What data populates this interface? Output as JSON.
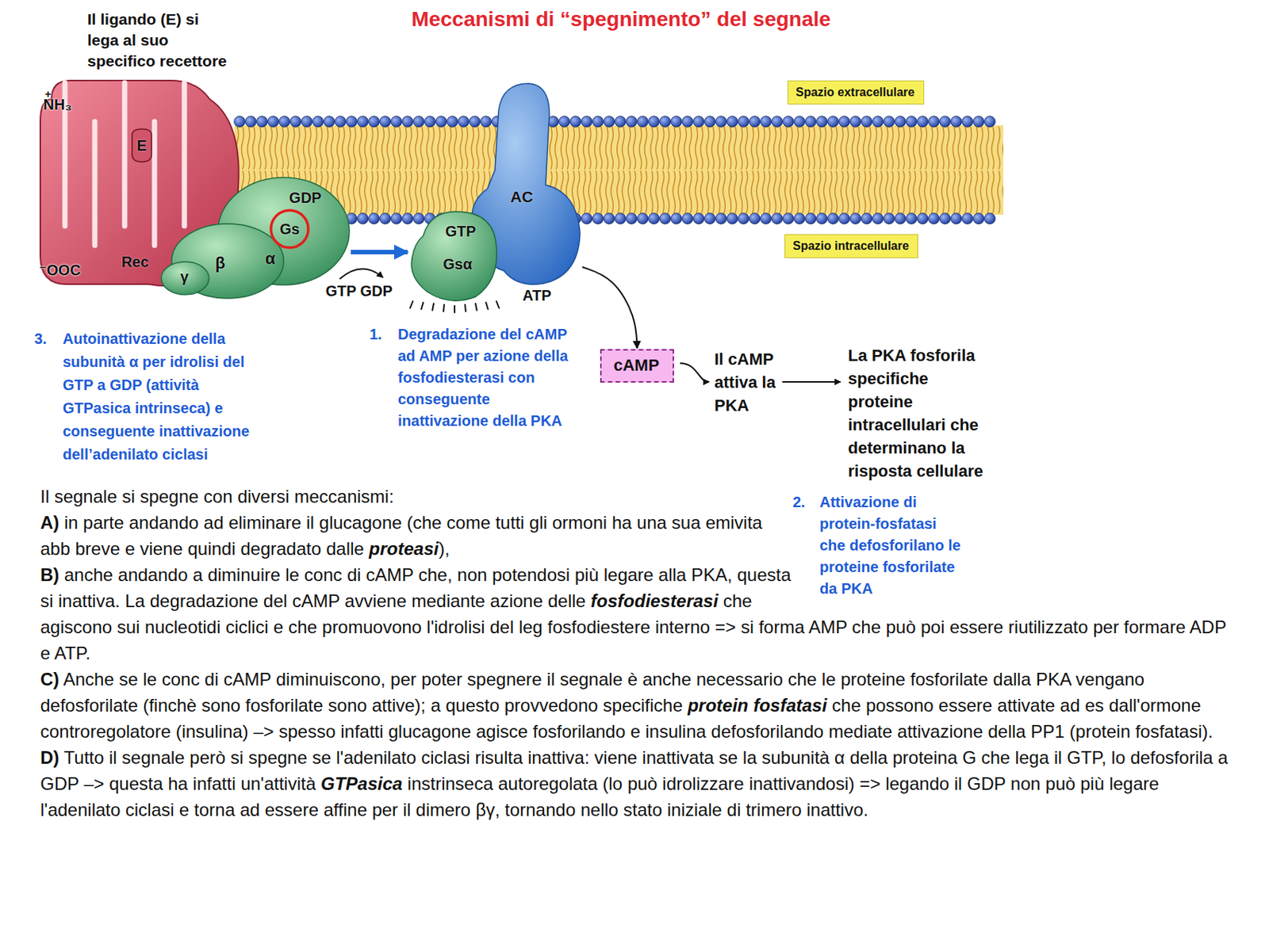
{
  "diagram": {
    "title": "Meccanismi di “spegnimento” del segnale",
    "nodes": [
      {
        "text": [
          "Rec"
        ]
      },
      {
        "text": [
          "E"
        ],
        "in": 0
      },
      {
        "text": [
          "GDP",
          "α",
          "β",
          "γ"
        ]
      },
      {
        "text": [
          "Gs"
        ],
        "in": 2
      },
      {
        "text": [
          "AC"
        ]
      },
      {
        "text": [
          "GTP",
          "Gsα"
        ]
      },
      {
        "text": [
          "Spazio extracellulare"
        ]
      },
      {
        "text": [
          "Spazio intracellulare"
        ]
      },
      {
        "text": [
          "cAMP"
        ]
      }
    ],
    "edges": [
      {
        "from": 2,
        "to": 5,
        "arrow": "to",
        "label": "GTP GDP"
      },
      {
        "from": 4,
        "to": 8,
        "arrow": "to"
      }
    ],
    "labels": [
      "Il ligando (E) si lega al suo specifico recettore",
      "+",
      "NH₃",
      "⁻OOC",
      "ATP",
      "1.",
      "Degradazione del cAMP ad AMP per azione della fosfodiesterasi con conseguente inattivazione della PKA",
      "Il cAMP attiva la PKA",
      "La PKA fosforila specifiche proteine intracellulari che determinano la risposta cellulare",
      "3.",
      "Autoinattivazione della subunità α per idrolisi del GTP a GDP (attività GTPasica intrinseca) e conseguente inattivazione dell’adenilato ciclasi",
      "2.",
      "Attivazione di protein-fosfatasi che defosforilano le proteine fosforilate da PKA",
      "Il segnale si spegne con diversi meccanismi:",
      "A)",
      "in parte andando ad eliminare il glucagone (che come tutti gli ormoni ha una sua emivita abb breve e viene quindi degradato dalle",
      "proteasi",
      "),",
      "B)",
      "anche andando a diminuire le conc di cAMP che, non potendosi più legare alla PKA, questa si inattiva. La degradazione del cAMP avviene mediante azione delle",
      "fosfodiesterasi",
      "che agiscono sui nucleotidi ciclici e che promuovono l'idrolisi del leg fosfodiestere interno => si forma AMP che può poi essere riutilizzato per formare ADP e ATP.",
      "C)",
      "Anche se le conc di cAMP diminuiscono, per poter spegnere il segnale è anche necessario che le proteine fosforilate dalla PKA vengano defosforilate (finchè sono fosforilate sono attive); a questo provvedono specifiche",
      "protein fosfatasi",
      "che possono essere attivate ad es dall'ormone controregolatore (insulina) –> spesso infatti glucagone agisce fosforilando e insulina defosforilando mediate attivazione della PP1 (protein fosfatasi).",
      "D)",
      "Tutto il segnale però si spegne se l'adenilato ciclasi risulta inattiva: viene inattivata se la subunità α della proteina G che lega il GTP, lo defosforila a GDP –> questa ha infatti un'attività",
      "GTPasica",
      "instrinseca autoregolata (lo può idrolizzare inattivandosi) => legando il GDP non può più legare l'adenilato ciclasi e torna ad essere affine per il dimero βγ, tornando nello stato iniziale di trimero inattivo."
    ]
  }
}
